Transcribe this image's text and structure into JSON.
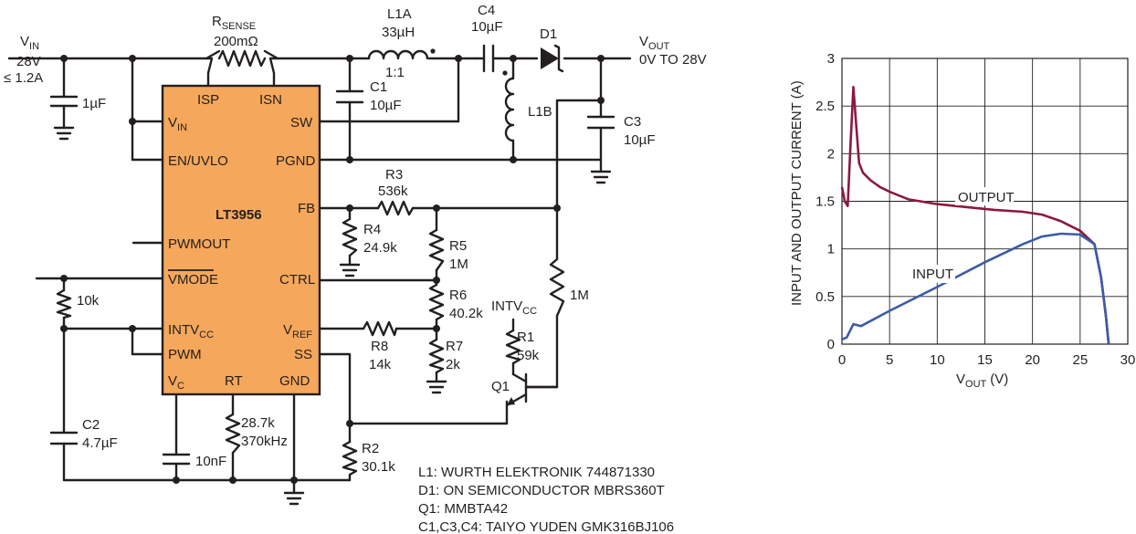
{
  "circuit": {
    "vin": {
      "name": "V",
      "sub": "IN",
      "line2": "28V",
      "line3": "≤ 1.2A"
    },
    "vout": {
      "name": "V",
      "sub": "OUT",
      "line2": "0V TO 28V"
    },
    "rsense": {
      "name": "R",
      "sub": "SENSE",
      "value": "200mΩ"
    },
    "l1a": {
      "name": "L1A",
      "value": "33µH",
      "ratio": "1:1"
    },
    "l1b": {
      "name": "L1B"
    },
    "c4": {
      "name": "C4",
      "value": "10µF"
    },
    "d1": {
      "name": "D1"
    },
    "c1": {
      "name": "C1",
      "value": "10µF"
    },
    "c3": {
      "name": "C3",
      "value": "10µF"
    },
    "cin": {
      "value": "1µF"
    },
    "r3": {
      "name": "R3",
      "value": "536k"
    },
    "r4": {
      "name": "R4",
      "value": "24.9k"
    },
    "r5": {
      "name": "R5",
      "value": "1M"
    },
    "r6": {
      "name": "R6",
      "value": "40.2k"
    },
    "r7": {
      "name": "R7",
      "value": "2k"
    },
    "r8": {
      "name": "R8",
      "value": "14k"
    },
    "r1": {
      "name": "R1",
      "value": "59k"
    },
    "r2": {
      "name": "R2",
      "value": "30.1k"
    },
    "rfb": {
      "value": "1M"
    },
    "r10k": {
      "value": "10k"
    },
    "c2": {
      "name": "C2",
      "value": "4.7µF"
    },
    "c10n": {
      "value": "10nF"
    },
    "rt": {
      "value1": "28.7k",
      "value2": "370kHz"
    },
    "q1": {
      "name": "Q1"
    },
    "intvcc": {
      "name": "INTV",
      "sub": "CC"
    },
    "ic": {
      "name": "LT3956",
      "color": "#f5a75b",
      "pins": {
        "isp": "ISP",
        "isn": "ISN",
        "vin": "V",
        "vin_sub": "IN",
        "sw": "SW",
        "enuvlo": "EN/UVLO",
        "pgnd": "PGND",
        "fb": "FB",
        "pwmout": "PWMOUT",
        "vmode": "VMODE",
        "ctrl": "CTRL",
        "intvcc": "INTV",
        "intvcc_sub": "CC",
        "vref": "V",
        "vref_sub": "REF",
        "pwm": "PWM",
        "ss": "SS",
        "vc": "V",
        "vc_sub": "C",
        "rt": "RT",
        "gnd": "GND"
      }
    },
    "bom": [
      "L1: WURTH ELEKTRONIK 744871330",
      "D1: ON SEMICONDUCTOR MBRS360T",
      "Q1: MMBTA42",
      "C1,C3,C4: TAIYO YUDEN GMK316BJ106"
    ]
  },
  "chart_data": {
    "type": "line",
    "xlabel": "V",
    "xlabel_sub": "OUT",
    "xlabel_unit": "(V)",
    "ylabel": "INPUT AND OUTPUT CURRENT (A)",
    "xlim": [
      0,
      30
    ],
    "ylim": [
      0,
      3
    ],
    "xticks": [
      0,
      5,
      10,
      15,
      20,
      25,
      30
    ],
    "yticks": [
      0,
      0.5,
      1,
      1.5,
      2,
      2.5,
      3
    ],
    "grid": true,
    "series": [
      {
        "name": "OUTPUT",
        "color": "#8b1a3c",
        "x": [
          0,
          0.3,
          0.6,
          0.9,
          1.2,
          1.5,
          1.8,
          2.2,
          3,
          4,
          5,
          7,
          10,
          13,
          16,
          19,
          21,
          23,
          25,
          26.5,
          27.2,
          27.7,
          28
        ],
        "y": [
          1.65,
          1.5,
          1.45,
          2.1,
          2.7,
          2.3,
          1.9,
          1.8,
          1.72,
          1.65,
          1.6,
          1.52,
          1.47,
          1.44,
          1.41,
          1.39,
          1.36,
          1.29,
          1.19,
          1.05,
          0.7,
          0.3,
          0
        ]
      },
      {
        "name": "INPUT",
        "color": "#3b5ba9",
        "x": [
          0,
          0.5,
          1.2,
          2,
          5,
          10,
          15,
          19,
          21,
          23,
          25,
          26.5,
          27.2,
          27.7,
          28
        ],
        "y": [
          0.05,
          0.07,
          0.21,
          0.19,
          0.35,
          0.6,
          0.86,
          1.05,
          1.13,
          1.16,
          1.15,
          1.05,
          0.7,
          0.3,
          0
        ]
      }
    ]
  }
}
